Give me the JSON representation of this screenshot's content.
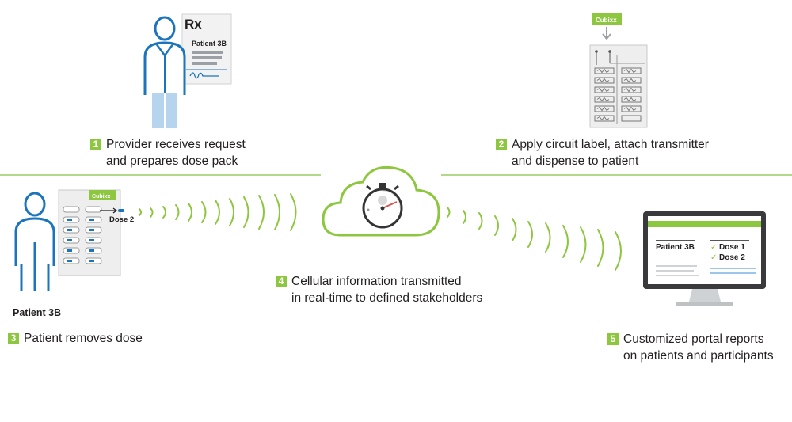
{
  "colors": {
    "accent_green": "#8dc63f",
    "figure_blue": "#1c75bc",
    "line_green": "#b4d88a",
    "grey": "#9aa0a6"
  },
  "step1": {
    "number": "1",
    "line1": "Provider receives request",
    "line2": "and prepares dose pack"
  },
  "step2": {
    "number": "2",
    "line1": "Apply circuit label, attach transmitter",
    "line2": "and dispense to patient"
  },
  "step3": {
    "number": "3",
    "line1": "Patient removes dose"
  },
  "step4": {
    "number": "4",
    "line1": "Cellular information transmitted",
    "line2": "in real-time to defined stakeholders"
  },
  "step5": {
    "number": "5",
    "line1": "Customized portal reports",
    "line2": "on patients and participants"
  },
  "rx": {
    "symbol": "Rx",
    "patient": "Patient 3B"
  },
  "brand": "Cubixx",
  "pack": {
    "dose_label": "Dose 2"
  },
  "patient_caption": "Patient 3B",
  "monitor": {
    "patient": "Patient 3B",
    "dose1": "Dose 1",
    "dose2": "Dose 2",
    "check": "✓"
  },
  "icons": [
    "provider-figure-icon",
    "prescription-icon",
    "circuit-label-icon",
    "patient-figure-icon",
    "dose-pack-icon",
    "cloud-icon",
    "stopwatch-icon",
    "signal-waves-icon",
    "monitor-icon"
  ]
}
